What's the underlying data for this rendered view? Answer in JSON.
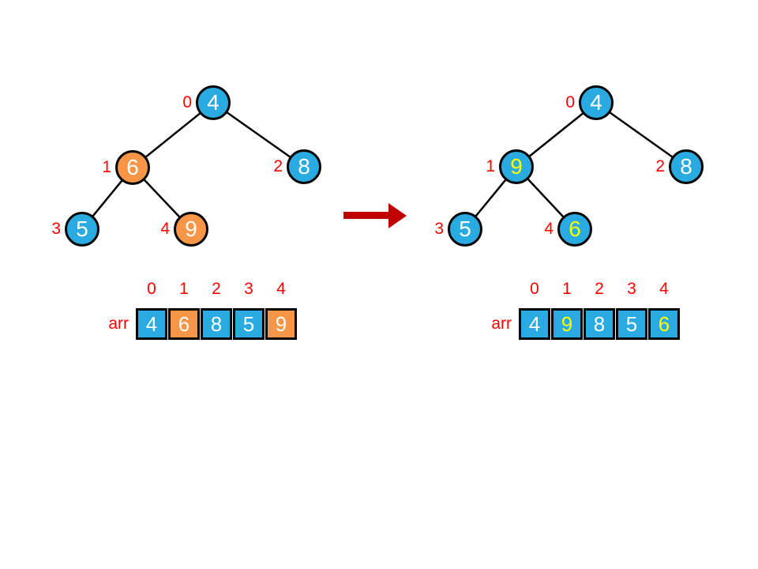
{
  "palette": {
    "node_blue": "#29ABE2",
    "node_orange": "#F79646",
    "label_red": "#FF0000",
    "arrow_dark_red": "#C00000",
    "text_white": "#FFFFFF",
    "text_yellow": "#FFFF00",
    "outline_black": "#000000",
    "background": "#FFFFFF"
  },
  "left_panel": {
    "tree": {
      "nodes": [
        {
          "position": "root",
          "value": "4",
          "index_label": "0",
          "fill": "#29ABE2",
          "text_color": "#FFFFFF"
        },
        {
          "position": "left",
          "value": "6",
          "index_label": "1",
          "fill": "#F79646",
          "text_color": "#FFFFFF"
        },
        {
          "position": "right",
          "value": "8",
          "index_label": "2",
          "fill": "#29ABE2",
          "text_color": "#FFFFFF"
        },
        {
          "position": "left-left",
          "value": "5",
          "index_label": "3",
          "fill": "#29ABE2",
          "text_color": "#FFFFFF"
        },
        {
          "position": "left-right",
          "value": "9",
          "index_label": "4",
          "fill": "#F79646",
          "text_color": "#FFFFFF"
        }
      ]
    },
    "array": {
      "label": "arr",
      "indices": [
        "0",
        "1",
        "2",
        "3",
        "4"
      ],
      "cells": [
        {
          "value": "4",
          "fill": "#29ABE2",
          "text_color": "#FFFFFF"
        },
        {
          "value": "6",
          "fill": "#F79646",
          "text_color": "#FFFFFF"
        },
        {
          "value": "8",
          "fill": "#29ABE2",
          "text_color": "#FFFFFF"
        },
        {
          "value": "5",
          "fill": "#29ABE2",
          "text_color": "#FFFFFF"
        },
        {
          "value": "9",
          "fill": "#F79646",
          "text_color": "#FFFFFF"
        }
      ]
    }
  },
  "right_panel": {
    "tree": {
      "nodes": [
        {
          "position": "root",
          "value": "4",
          "index_label": "0",
          "fill": "#29ABE2",
          "text_color": "#FFFFFF"
        },
        {
          "position": "left",
          "value": "9",
          "index_label": "1",
          "fill": "#29ABE2",
          "text_color": "#FFFF00"
        },
        {
          "position": "right",
          "value": "8",
          "index_label": "2",
          "fill": "#29ABE2",
          "text_color": "#FFFFFF"
        },
        {
          "position": "left-left",
          "value": "5",
          "index_label": "3",
          "fill": "#29ABE2",
          "text_color": "#FFFFFF"
        },
        {
          "position": "left-right",
          "value": "6",
          "index_label": "4",
          "fill": "#29ABE2",
          "text_color": "#FFFF00"
        }
      ]
    },
    "array": {
      "label": "arr",
      "indices": [
        "0",
        "1",
        "2",
        "3",
        "4"
      ],
      "cells": [
        {
          "value": "4",
          "fill": "#29ABE2",
          "text_color": "#FFFFFF"
        },
        {
          "value": "9",
          "fill": "#29ABE2",
          "text_color": "#FFFF00"
        },
        {
          "value": "8",
          "fill": "#29ABE2",
          "text_color": "#FFFFFF"
        },
        {
          "value": "5",
          "fill": "#29ABE2",
          "text_color": "#FFFFFF"
        },
        {
          "value": "6",
          "fill": "#29ABE2",
          "text_color": "#FFFF00"
        }
      ]
    }
  },
  "arrow": {
    "direction": "right"
  }
}
